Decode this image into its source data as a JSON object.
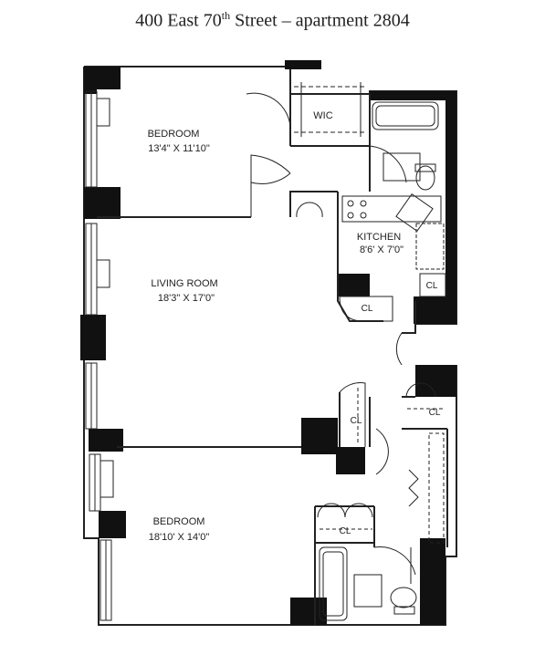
{
  "title": {
    "prefix": "400 East 70",
    "superscript": "th",
    "suffix": " Street – apartment 2804"
  },
  "rooms": {
    "bedroom1": {
      "name": "BEDROOM",
      "size": "13'4\" X 11'10\""
    },
    "wic": {
      "name": "WIC"
    },
    "kitchen": {
      "name": "KITCHEN",
      "size": "8'6' X 7'0\""
    },
    "living": {
      "name": "LIVING ROOM",
      "size": "18'3\" X 17'0\""
    },
    "bedroom2": {
      "name": "BEDROOM",
      "size": "18'10' X 14'0\""
    }
  },
  "closets": {
    "kitchen_cl": "CL",
    "pantry_cl": "CL",
    "hall_cl_left": "CL",
    "hall_cl_right": "CL",
    "bedroom_cl": "CL"
  },
  "colors": {
    "wall": "#111111",
    "line": "#222222",
    "paper": "#ffffff"
  }
}
